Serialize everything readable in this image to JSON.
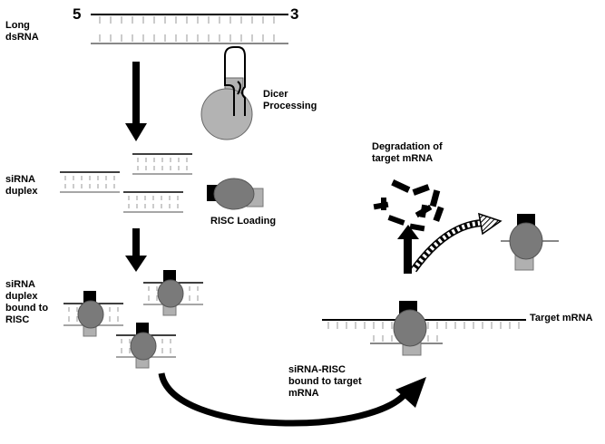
{
  "labels": {
    "long_dsrna": "Long\ndsRNA",
    "end5": "5",
    "end3": "3",
    "dicer": "Dicer\nProcessing",
    "sirna_duplex": "siRNA\nduplex",
    "risc_loading": "RISC Loading",
    "degradation": "Degradation of\ntarget mRNA",
    "bound_to_risc": "siRNA\nduplex\nbound to\nRISC",
    "target_mrna": "Target mRNA",
    "sirna_risc_bound": "siRNA-RISC\nbound to target\nmRNA"
  },
  "colors": {
    "ink": "#000000",
    "strand_gray": "#8a8a8a",
    "tick_gray": "#a0a0a0",
    "dicer_gray": "#b3b3b3",
    "risc_body": "#7a7a7a",
    "risc_back": "#b0b0b0"
  },
  "icons": [
    "dicer-icon",
    "risc-complex-icon",
    "degraded-fragment-icon",
    "dashed-arrow-icon"
  ]
}
